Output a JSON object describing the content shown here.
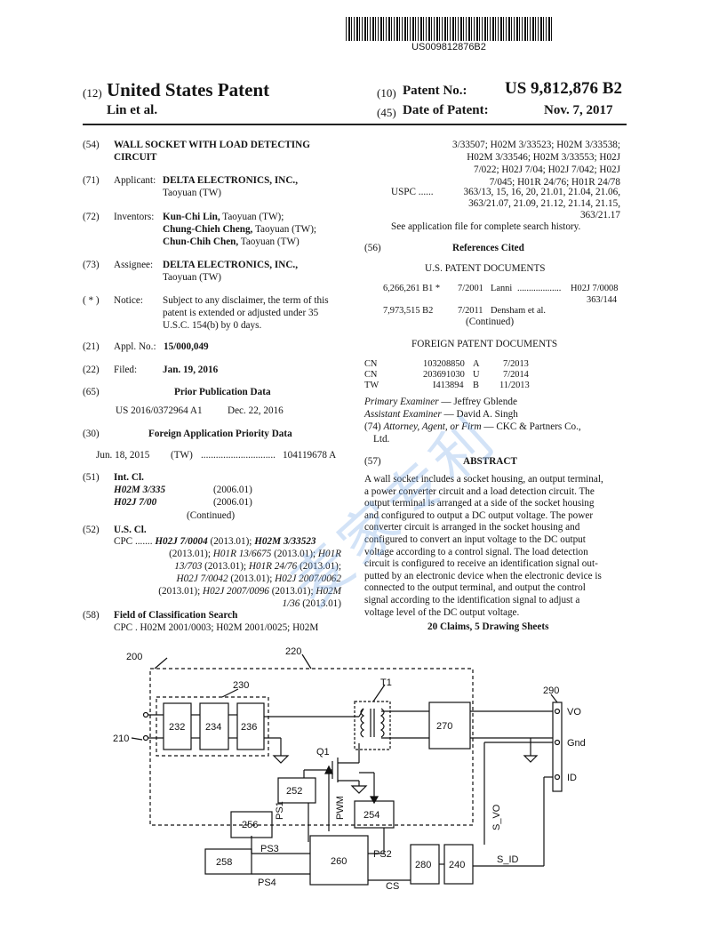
{
  "header": {
    "barcode_number": "US009812876B2",
    "kind_code": "(12)",
    "doc_title": "United States Patent",
    "inventor_short": "Lin et al.",
    "patent_no_code": "(10)",
    "patent_no_label": "Patent No.:",
    "patent_no": "US 9,812,876 B2",
    "date_code": "(45)",
    "date_label": "Date of Patent:",
    "date": "Nov. 7, 2017"
  },
  "left": {
    "f54_code": "(54)",
    "f54_l1": "WALL SOCKET WITH LOAD DETECTING",
    "f54_l2": "CIRCUIT",
    "f71_code": "(71)",
    "f71_label": "Applicant:",
    "f71_name": "DELTA ELECTRONICS, INC.,",
    "f71_city": "Taoyuan (TW)",
    "f72_code": "(72)",
    "f72_label": "Inventors:",
    "f72_n1": "Kun-Chi Lin,",
    "f72_c1": " Taoyuan (TW);",
    "f72_n2": "Chung-Chieh Cheng,",
    "f72_c2": " Taoyuan (TW);",
    "f72_n3": "Chun-Chih Chen,",
    "f72_c3": " Taoyuan (TW)",
    "f73_code": "(73)",
    "f73_label": "Assignee:",
    "f73_name": "DELTA ELECTRONICS, INC.,",
    "f73_city": "Taoyuan (TW)",
    "notice_code": "( * )",
    "notice_label": "Notice:",
    "notice_l1": "Subject to any disclaimer, the term of this",
    "notice_l2": "patent is extended or adjusted under 35",
    "notice_l3": "U.S.C. 154(b) by 0 days.",
    "f21_code": "(21)",
    "f21_label": "Appl. No.:",
    "f21_value": "15/000,049",
    "f22_code": "(22)",
    "f22_label": "Filed:",
    "f22_value": "Jan. 19, 2016",
    "f65_code": "(65)",
    "f65_head": "Prior Publication Data",
    "f65_pub": "US 2016/0372964 A1",
    "f65_date": "Dec. 22, 2016",
    "f30_code": "(30)",
    "f30_head": "Foreign Application Priority Data",
    "f30_date": "Jun. 18, 2015",
    "f30_country": "(TW)",
    "f30_dots": "..............................",
    "f30_num": "104119678 A",
    "f51_code": "(51)",
    "f51_head": "Int. Cl.",
    "f51_c1": "H02M 3/335",
    "f51_v1": "(2006.01)",
    "f51_c2": "H02J 7/00",
    "f51_v2": "(2006.01)",
    "f51_cont": "(Continued)",
    "f52_code": "(52)",
    "f52_head": "U.S. Cl.",
    "f52_l1_prefix": "CPC ....... ",
    "f52_l1_a": "H02J 7/0004",
    "f52_l1_b": " (2013.01); ",
    "f52_l1_c": "H02M 3/33523",
    "f52_l2_a": "(2013.01); ",
    "f52_l2_b": "H01R 13/6675",
    "f52_l2_c": " (2013.01); ",
    "f52_l2_d": "H01R",
    "f52_l3_a": "13/703",
    "f52_l3_b": " (2013.01); ",
    "f52_l3_c": "H01R 24/76",
    "f52_l3_d": " (2013.01);",
    "f52_l4_a": "H02J 7/0042",
    "f52_l4_b": " (2013.01); ",
    "f52_l4_c": "H02J 2007/0062",
    "f52_l5_a": "(2013.01); ",
    "f52_l5_b": "H02J 2007/0096",
    "f52_l5_c": " (2013.01); ",
    "f52_l5_d": "H02M",
    "f52_l6_a": "1/36",
    "f52_l6_b": " (2013.01)",
    "f58_code": "(58)",
    "f58_head": "Field of Classification Search",
    "f58_l1": "CPC . H02M 2001/0003; H02M 2001/0025; H02M"
  },
  "right": {
    "cls_l1": "3/33507; H02M 3/33523; H02M 3/33538;",
    "cls_l2": "H02M 3/33546; H02M 3/33553; H02J",
    "cls_l3": "7/022; H02J 7/04; H02J 7/042; H02J",
    "cls_l4": "7/045; H01R 24/76; H01R 24/78",
    "uspc_label": "USPC ......",
    "uspc_l1": "363/13, 15, 16, 20, 21.01, 21.04, 21.06,",
    "uspc_l2": "363/21.07, 21.09, 21.12, 21.14, 21.15,",
    "uspc_l3": "363/21.17",
    "see_app": "See application file for complete search history.",
    "f56_code": "(56)",
    "f56_head": "References Cited",
    "us_docs": "U.S. PATENT DOCUMENTS",
    "ref1_num": "6,266,261 B1 *",
    "ref1_date": "7/2001",
    "ref1_name": "Lanni",
    "ref1_dots": "...................",
    "ref1_cls": "H02J 7/0008",
    "ref1_cls2": "363/144",
    "ref2_num": "7,973,515 B2",
    "ref2_date": "7/2011",
    "ref2_name": "Densham et al.",
    "ref_cont": "(Continued)",
    "foreign_docs": "FOREIGN PATENT DOCUMENTS",
    "fr1_cc": "CN",
    "fr1_num": "103208850",
    "fr1_kind": "A",
    "fr1_date": "7/2013",
    "fr2_cc": "CN",
    "fr2_num": "203691030",
    "fr2_kind": "U",
    "fr2_date": "7/2014",
    "fr3_cc": "TW",
    "fr3_num": "I413894",
    "fr3_kind": "B",
    "fr3_date": "11/2013",
    "primary_label": "Primary Examiner",
    "primary_name": " — Jeffrey Gblende",
    "assistant_label": "Assistant Examiner",
    "assistant_name": " — David A. Singh",
    "f74_code": "(74) ",
    "f74_label": "Attorney, Agent, or Firm",
    "f74_name": " — CKC & Partners Co.,",
    "f74_l2": "Ltd.",
    "f57_code": "(57)",
    "abstract_head": "ABSTRACT",
    "abs_l1": "A wall socket includes a socket housing, an output terminal,",
    "abs_l2": "a power converter circuit and a load detection circuit. The",
    "abs_l3": "output terminal is arranged at a side of the socket housing",
    "abs_l4": "and configured to output a DC output voltage. The power",
    "abs_l5": "converter circuit is arranged in the socket housing and",
    "abs_l6": "configured to convert an input voltage to the DC output",
    "abs_l7": "voltage according to a control signal. The load detection",
    "abs_l8": "circuit is configured to receive an identification signal out-",
    "abs_l9": "putted by an electronic device when the electronic device is",
    "abs_l10": "connected to the output terminal, and output the control",
    "abs_l11": "signal according to the identification signal to adjust a",
    "abs_l12": "voltage level of the DC output voltage.",
    "claims": "20 Claims, 5 Drawing Sheets"
  },
  "figure": {
    "r200": "200",
    "r220": "220",
    "r230": "230",
    "r232": "232",
    "r234": "234",
    "r236": "236",
    "r210": "210",
    "rT1": "T1",
    "r270": "270",
    "r290": "290",
    "rQ1": "Q1",
    "r252": "252",
    "r254": "254",
    "r256": "256",
    "r258": "258",
    "r260": "260",
    "r280": "280",
    "r240": "240",
    "sVO": "VO",
    "sGnd": "Gnd",
    "sID": "ID",
    "sPS1": "PS1",
    "sPS2": "PS2",
    "sPS3": "PS3",
    "sPS4": "PS4",
    "sPWM": "PWM",
    "sCS": "CS",
    "sS_VO": "S_VO",
    "sS_ID": "S_ID"
  },
  "watermark": "麦家专利"
}
